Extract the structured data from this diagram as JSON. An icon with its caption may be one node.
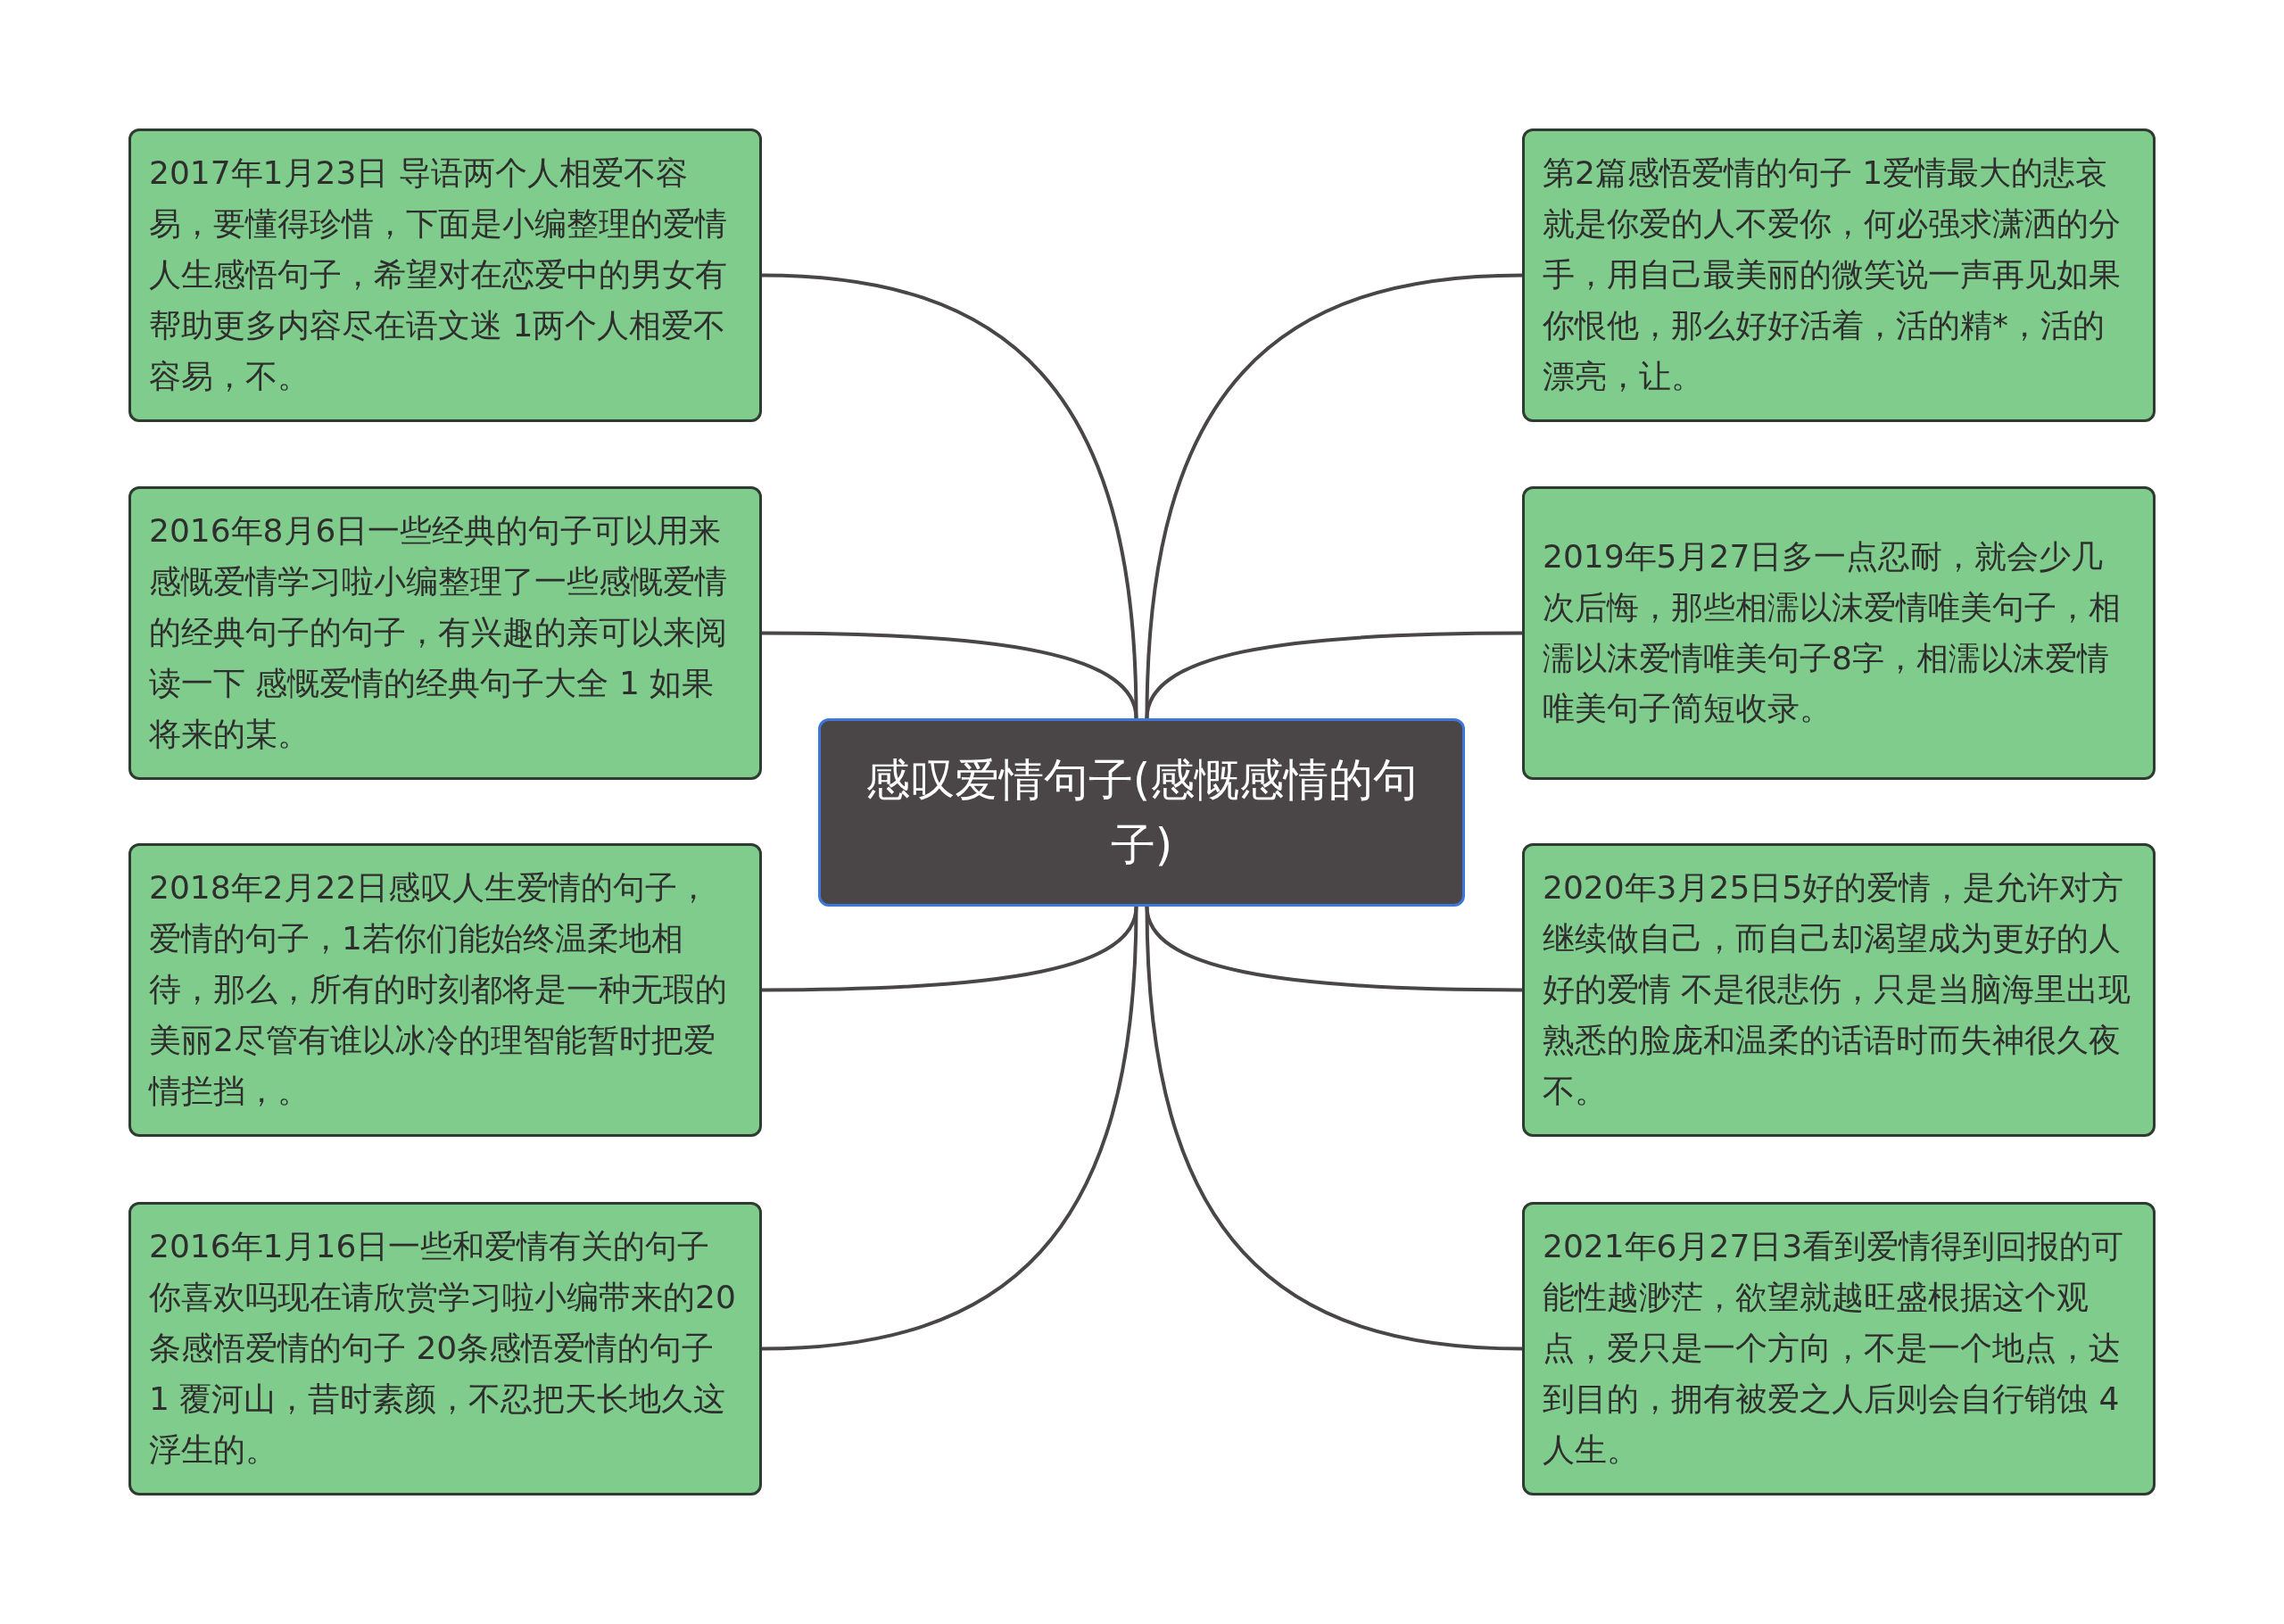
{
  "diagram": {
    "nodes": [
      {
        "text": [
          "感叹爱情句子(感慨感情的句子)"
        ]
      },
      {
        "text": [
          "2017年1月23日 导语两个人相爱不容易，要懂得珍惜，下面是小编整理的爱情人生感悟句子，希望对在恋爱中的男女有帮助更多内容尽在语文迷 1两个人相爱不容易，不。"
        ]
      },
      {
        "text": [
          "2016年8月6日一些经典的句子可以用来感慨爱情学习啦小编整理了一些感慨爱情的经典句子的句子，有兴趣的亲可以来阅读一下 感慨爱情的经典句子大全 1 如果将来的某。"
        ]
      },
      {
        "text": [
          "2018年2月22日感叹人生爱情的句子，爱情的句子，1若你们能始终温柔地相待，那么，所有的时刻都将是一种无瑕的美丽2尽管有谁以冰冷的理智能暂时把爱情拦挡，。"
        ]
      },
      {
        "text": [
          "2016年1月16日一些和爱情有关的句子你喜欢吗现在请欣赏学习啦小编带来的20条感悟爱情的句子 20条感悟爱情的句子 1 覆河山，昔时素颜，不忍把天长地久这浮生的。"
        ]
      },
      {
        "text": [
          "第2篇感悟爱情的句子 1爱情最大的悲哀就是你爱的人不爱你，何必强求潇洒的分手，用自己最美丽的微笑说一声再见如果你恨他，那么好好活着，活的精*，活的漂亮，让。"
        ]
      },
      {
        "text": [
          "2019年5月27日多一点忍耐，就会少几次后悔，那些相濡以沫爱情唯美句子，相濡以沫爱情唯美句子8字，相濡以沫爱情唯美句子简短收录。"
        ]
      },
      {
        "text": [
          "2020年3月25日5好的爱情，是允许对方继续做自己，而自己却渴望成为更好的人好的爱情 不是很悲伤，只是当脑海里出现熟悉的脸庞和温柔的话语时而失神很久夜不。"
        ]
      },
      {
        "text": [
          "2021年6月27日3看到爱情得到回报的可能性越渺茫，欲望就越旺盛根据这个观点，爱只是一个方向，不是一个地点，达到目的，拥有被爱之人后则会自行销蚀 4人生。"
        ]
      }
    ],
    "edges": [
      {
        "from": 0,
        "to": 1,
        "arrow": "none"
      },
      {
        "from": 0,
        "to": 2,
        "arrow": "none"
      },
      {
        "from": 0,
        "to": 3,
        "arrow": "none"
      },
      {
        "from": 0,
        "to": 4,
        "arrow": "none"
      },
      {
        "from": 0,
        "to": 5,
        "arrow": "none"
      },
      {
        "from": 0,
        "to": 6,
        "arrow": "none"
      },
      {
        "from": 0,
        "to": 7,
        "arrow": "none"
      },
      {
        "from": 0,
        "to": 8,
        "arrow": "none"
      }
    ]
  }
}
